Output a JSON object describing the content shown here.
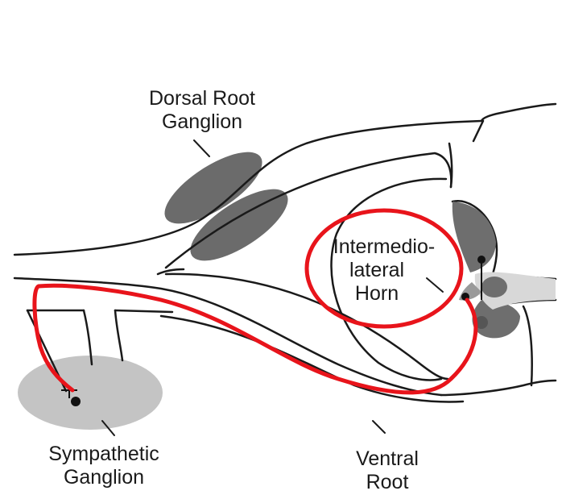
{
  "labels": {
    "dorsal_root_ganglion": [
      "Dorsal Root",
      "Ganglion"
    ],
    "intermediolateral_horn": [
      "Intermedio-",
      "lateral",
      "Horn"
    ],
    "sympathetic_ganglion": [
      "Sympathetic",
      "Ganglion"
    ],
    "ventral_root": [
      "Ventral",
      "Root"
    ]
  },
  "colors": {
    "outline": "#1a1a1a",
    "ganglion_dark": "#6b6b6b",
    "sympathetic_ganglion": "#c4c4c4",
    "gray_matter": "#6e6e6e",
    "highlight": "#e8141b",
    "fiber": "#e8141b"
  }
}
